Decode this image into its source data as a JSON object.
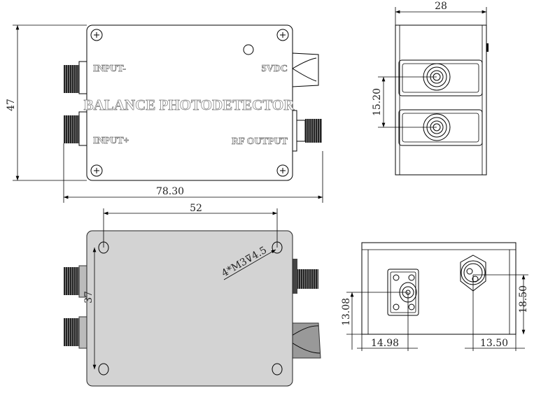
{
  "title": "Balance Photodetector Dimension Drawing",
  "front_view": {
    "panel_title": "BALANCE PHOTODETECTOR",
    "label_input_minus": "INPUT-",
    "label_input_plus": "INPUT+",
    "label_power": "5VDC",
    "label_rf_output": "RF OUTPUT",
    "dim_height": "47",
    "dim_length": "78.30"
  },
  "side_view": {
    "dim_width": "28",
    "dim_port_spacing": "15.20"
  },
  "bottom_view": {
    "dim_hole_spacing_x": "52",
    "dim_hole_spacing_y": "37",
    "hole_spec": "4*M3⊽4.5",
    "body_color": "#d3d3d3"
  },
  "end_view": {
    "dim_sma_height": "13.08",
    "dim_sma_offset": "14.98",
    "dim_power_offset": "13.50",
    "dim_power_height": "18.50"
  }
}
